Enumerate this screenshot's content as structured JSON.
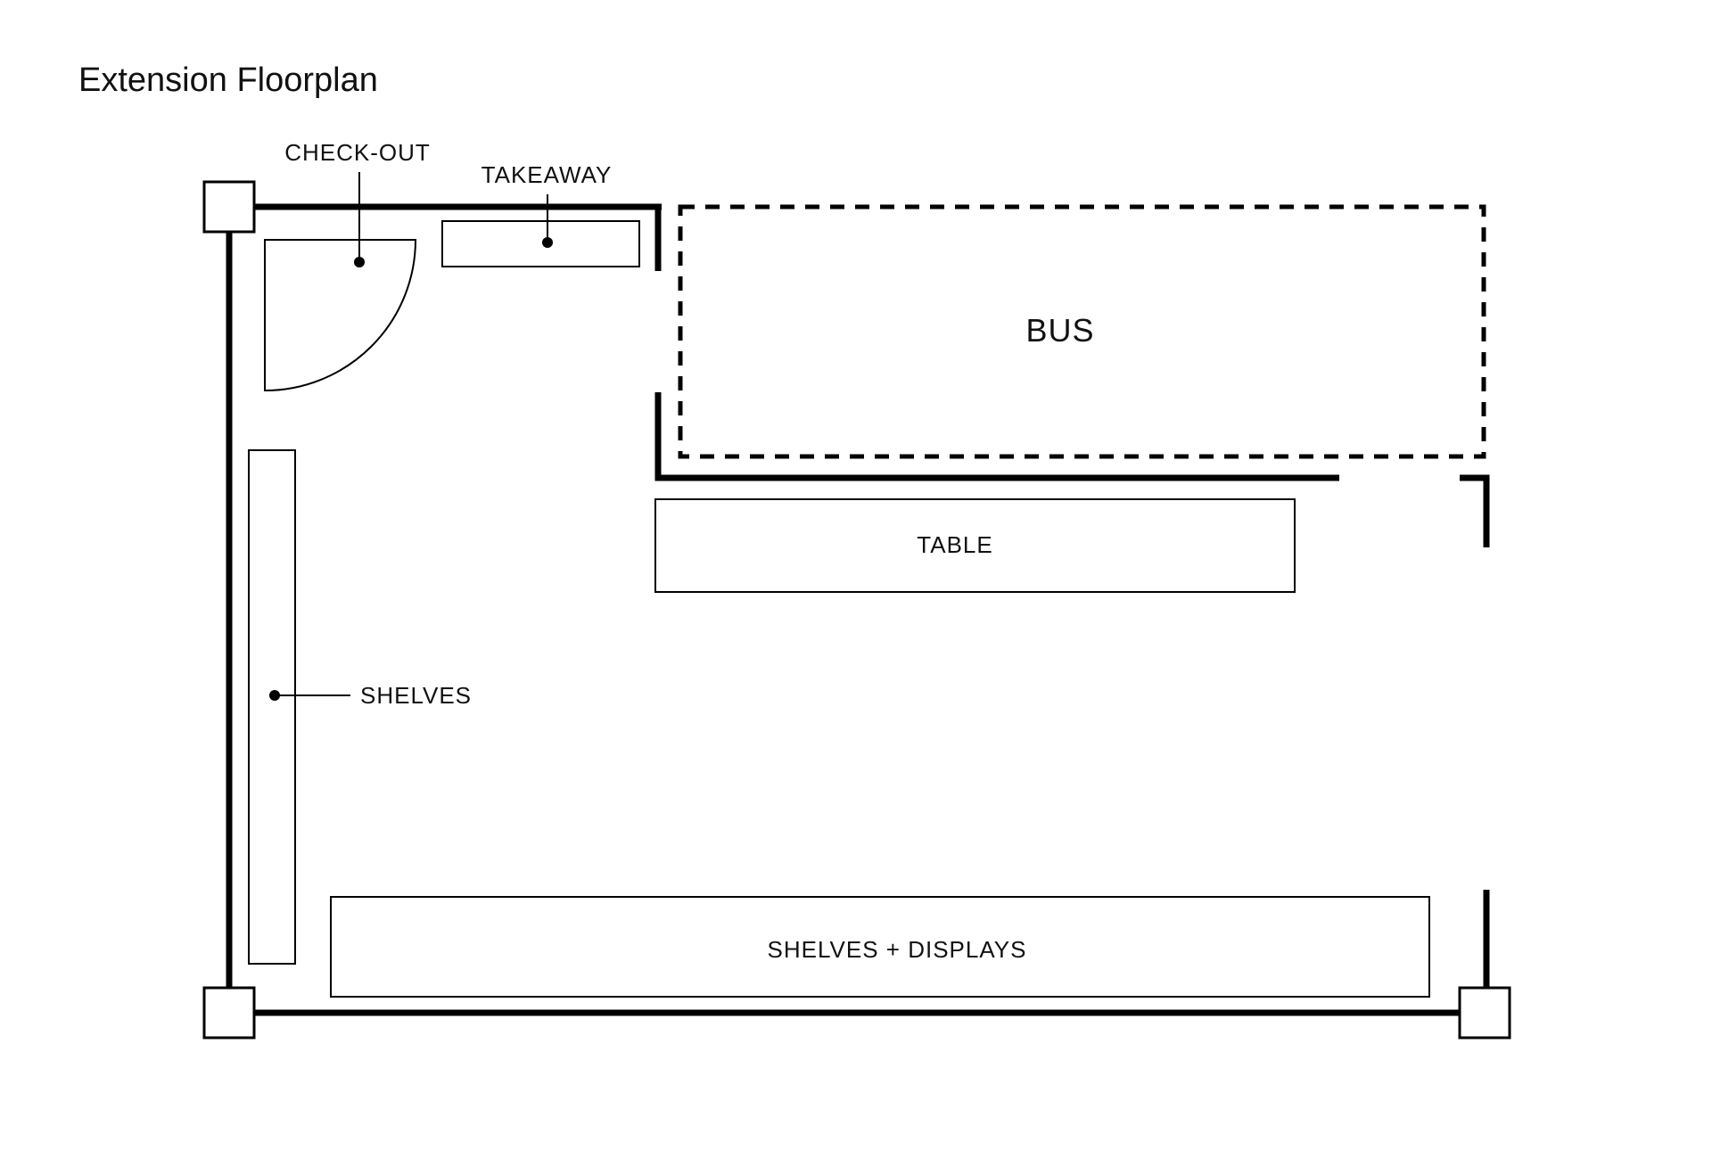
{
  "title": "Extension Floorplan",
  "labels": {
    "checkout": "CHECK-OUT",
    "takeaway": "TAKEAWAY",
    "bus": "BUS",
    "table": "TABLE",
    "shelves": "SHELVES",
    "shelves_displays": "SHELVES + DISPLAYS"
  },
  "colors": {
    "ink": "#000000",
    "background": "#ffffff"
  }
}
